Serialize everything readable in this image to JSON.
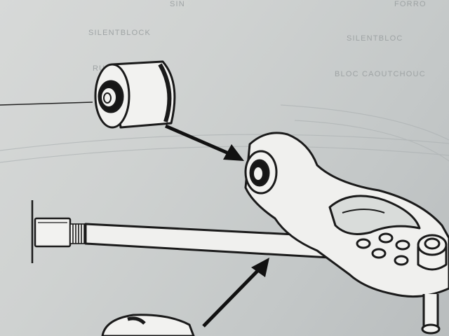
{
  "photo": {
    "kind": "photograph of a printed parts-catalogue page (black line drawing of a suspension arm with bushings)",
    "colors": {
      "paper": "#cfd2d1",
      "ink": "#1a1a1a",
      "faint_print": "#9ea3a4"
    }
  },
  "faint_print_text": [
    "FORRO",
    "SIN",
    "SILENTBLOC",
    "SILENTBLOCK",
    "BLOC CAOUTCHOUC",
    "RUBBER"
  ]
}
